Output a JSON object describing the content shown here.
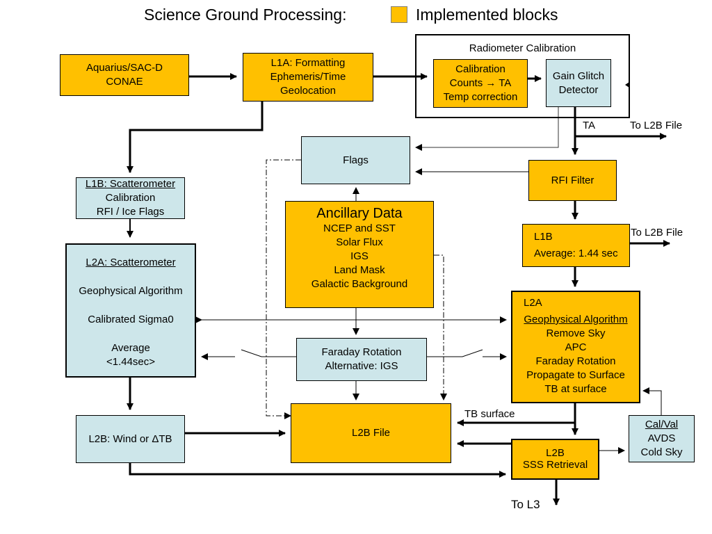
{
  "title": "Science Ground Processing:",
  "legend": {
    "label": "Implemented blocks",
    "color": "#ffc000"
  },
  "colors": {
    "implemented": "#ffc000",
    "other": "#cde6ea"
  },
  "blocks": {
    "aquarius": {
      "line1": "Aquarius/SAC-D",
      "line2": "CONAE"
    },
    "l1a": {
      "line1": "L1A:  Formatting",
      "line2": "Ephemeris/Time",
      "line3": "Geolocation"
    },
    "radcal": {
      "label": "Radiometer Calibration"
    },
    "calib": {
      "line1": "Calibration",
      "line2": "Counts → TA",
      "line3": "Temp correction"
    },
    "glitch": {
      "line1": "Gain Glitch",
      "line2": "Detector"
    },
    "flags": {
      "label": "Flags"
    },
    "rfi": {
      "label": "RFI Filter"
    },
    "l1b_scat": {
      "line1": "L1B:  Scatterometer",
      "line2": "Calibration",
      "line3": "RFI / Ice Flags"
    },
    "ancillary": {
      "title": "Ancillary Data",
      "items": [
        "NCEP and  SST",
        "Solar Flux",
        "IGS",
        "Land Mask",
        "Galactic Background"
      ]
    },
    "l1b": {
      "line1": "L1B",
      "line2": "Average: 1.44 sec"
    },
    "l2a_scat": {
      "line1": "L2A: Scatterometer",
      "line2": "Geophysical Algorithm",
      "line3": "Calibrated Sigma0",
      "line4": "Average",
      "line5": "<1.44sec>"
    },
    "l2a": {
      "head": "L2A",
      "line1": "Geophysical Algorithm",
      "line2": "Remove Sky",
      "line3": "APC",
      "line4": "Faraday Rotation",
      "line5": "Propagate to Surface",
      "line6": "TB at surface"
    },
    "faraday": {
      "line1": "Faraday Rotation",
      "line2": "Alternative:  IGS"
    },
    "l2b_wind": {
      "label": "L2B:  Wind or ΔTB"
    },
    "l2b_file": {
      "label": "L2B File"
    },
    "l2b": {
      "line1": "L2B",
      "line2": "SSS Retrieval"
    },
    "calval": {
      "line1": "Cal/Val",
      "line2": "AVDS",
      "line3": "Cold Sky"
    }
  },
  "labels": {
    "ta": "TA",
    "to_l2b_1": "To L2B File",
    "to_l2b_2": "To L2B File",
    "tb_surface": "TB surface",
    "to_l3": "To L3"
  }
}
